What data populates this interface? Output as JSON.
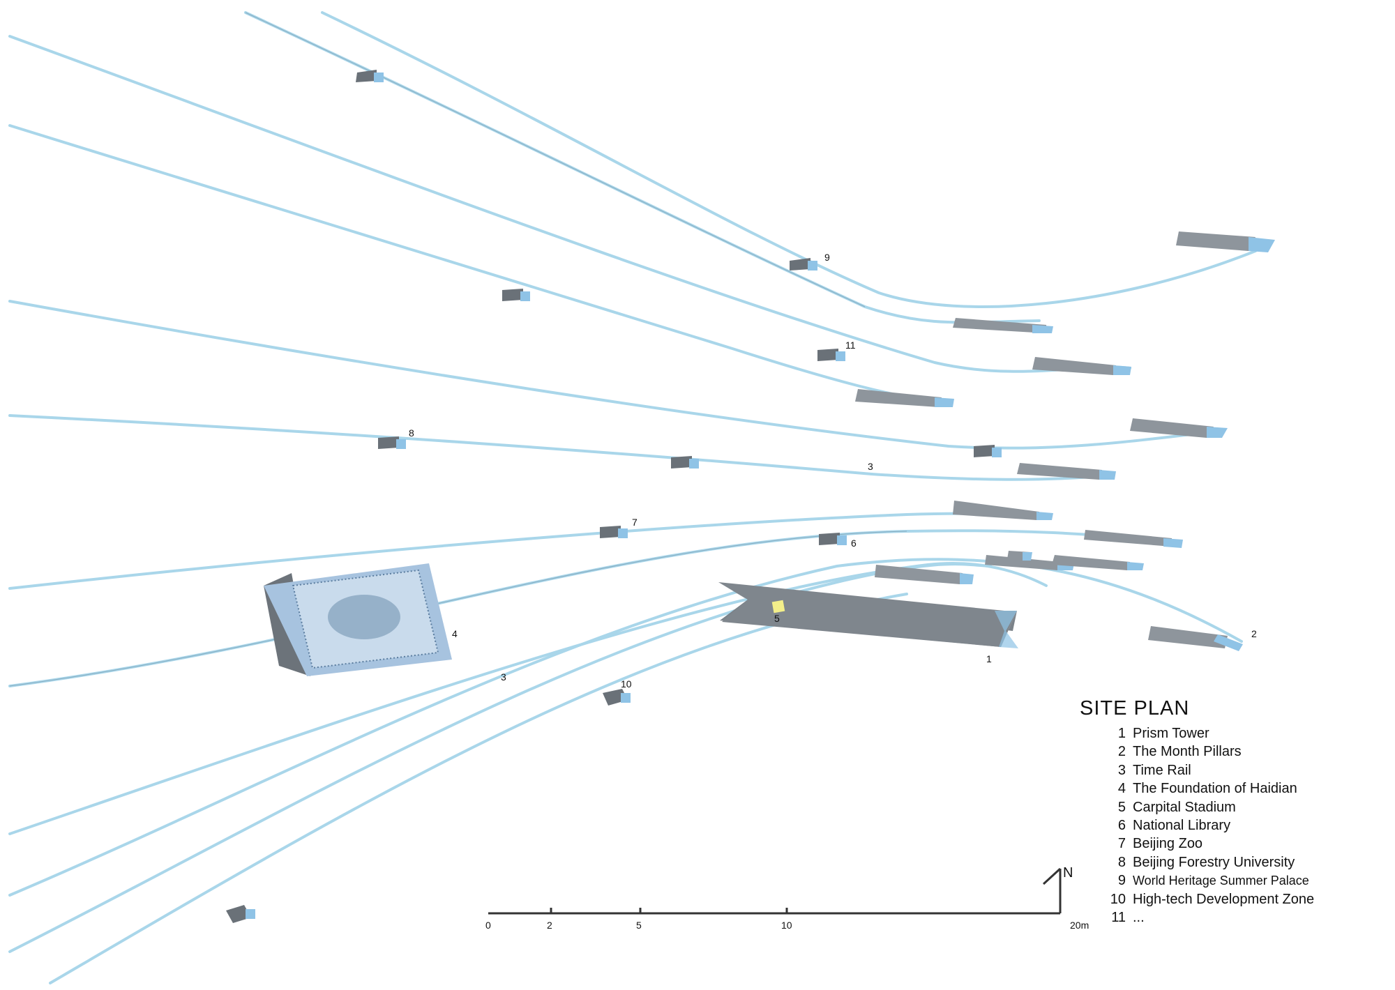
{
  "map_labels": {
    "l1": "1",
    "l2": "2",
    "l3a": "3",
    "l3b": "3",
    "l4": "4",
    "l5": "5",
    "l6": "6",
    "l7": "7",
    "l8": "8",
    "l9": "9",
    "l10": "10",
    "l11": "11"
  },
  "legend": {
    "title": "SITE  PLAN",
    "items": [
      {
        "num": "1",
        "text": "Prism Tower"
      },
      {
        "num": "2",
        "text": "The Month Pillars"
      },
      {
        "num": "3",
        "text": "Time Rail"
      },
      {
        "num": "4",
        "text": "The Foundation of Haidian"
      },
      {
        "num": "5",
        "text": "Carpital Stadium"
      },
      {
        "num": "6",
        "text": "National Library"
      },
      {
        "num": "7",
        "text": "Beijing Zoo"
      },
      {
        "num": "8",
        "text": "Beijing Forestry University"
      },
      {
        "num": "9",
        "text": "World Heritage Summer Palace"
      },
      {
        "num": "10",
        "text": "High-tech Development Zone"
      },
      {
        "num": "11",
        "text": "..."
      }
    ]
  },
  "scale_bar": {
    "ticks": [
      "0",
      "2",
      "5",
      "10",
      "20m"
    ],
    "north": "N"
  },
  "colors": {
    "rail": "#a9d6ea",
    "block": "#8e959c",
    "block_end": "#8fc3e6",
    "highlight": "#f3ef8a"
  }
}
